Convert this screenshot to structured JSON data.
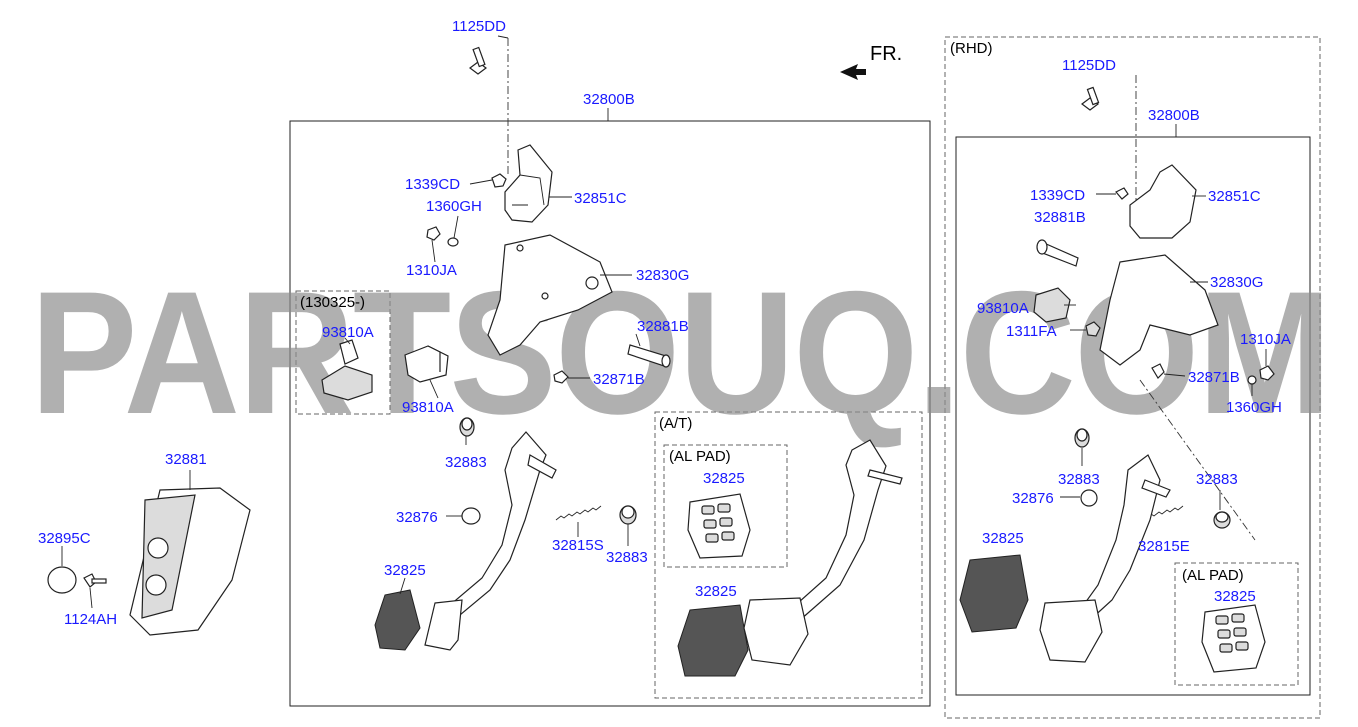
{
  "orientation": {
    "arrow_label": "FR."
  },
  "watermark": "PARTSOUQ.COM",
  "headers": {
    "rhd": "(RHD)",
    "date_box": "(130325-)",
    "at": "(A/T)",
    "al_pad_left": "(AL PAD)",
    "al_pad_right": "(AL PAD)"
  },
  "labels": {
    "l_1125dd": "1125DD",
    "l_32800b": "32800B",
    "l_1339cd": "1339CD",
    "l_32851c": "32851C",
    "l_1360gh": "1360GH",
    "l_1310ja": "1310JA",
    "l_32830g": "32830G",
    "l_93810a_top": "93810A",
    "l_32881b": "32881B",
    "l_32871b": "32871B",
    "l_93810a": "93810A",
    "l_32883_a": "32883",
    "l_32876": "32876",
    "l_32815s": "32815S",
    "l_32883_b": "32883",
    "l_32825_l": "32825",
    "l_32825_al": "32825",
    "l_32825_at": "32825",
    "l_32881": "32881",
    "l_32895c": "32895C",
    "l_1124ah": "1124AH",
    "r_1125dd": "1125DD",
    "r_32800b": "32800B",
    "r_1339cd": "1339CD",
    "r_32851c": "32851C",
    "r_32881b": "32881B",
    "r_32830g": "32830G",
    "r_93810a": "93810A",
    "r_1311fa": "1311FA",
    "r_1310ja": "1310JA",
    "r_32871b": "32871B",
    "r_1360gh": "1360GH",
    "r_32883_a": "32883",
    "r_32883_b": "32883",
    "r_32876": "32876",
    "r_32815e": "32815E",
    "r_32825": "32825",
    "r_32825_al": "32825"
  }
}
